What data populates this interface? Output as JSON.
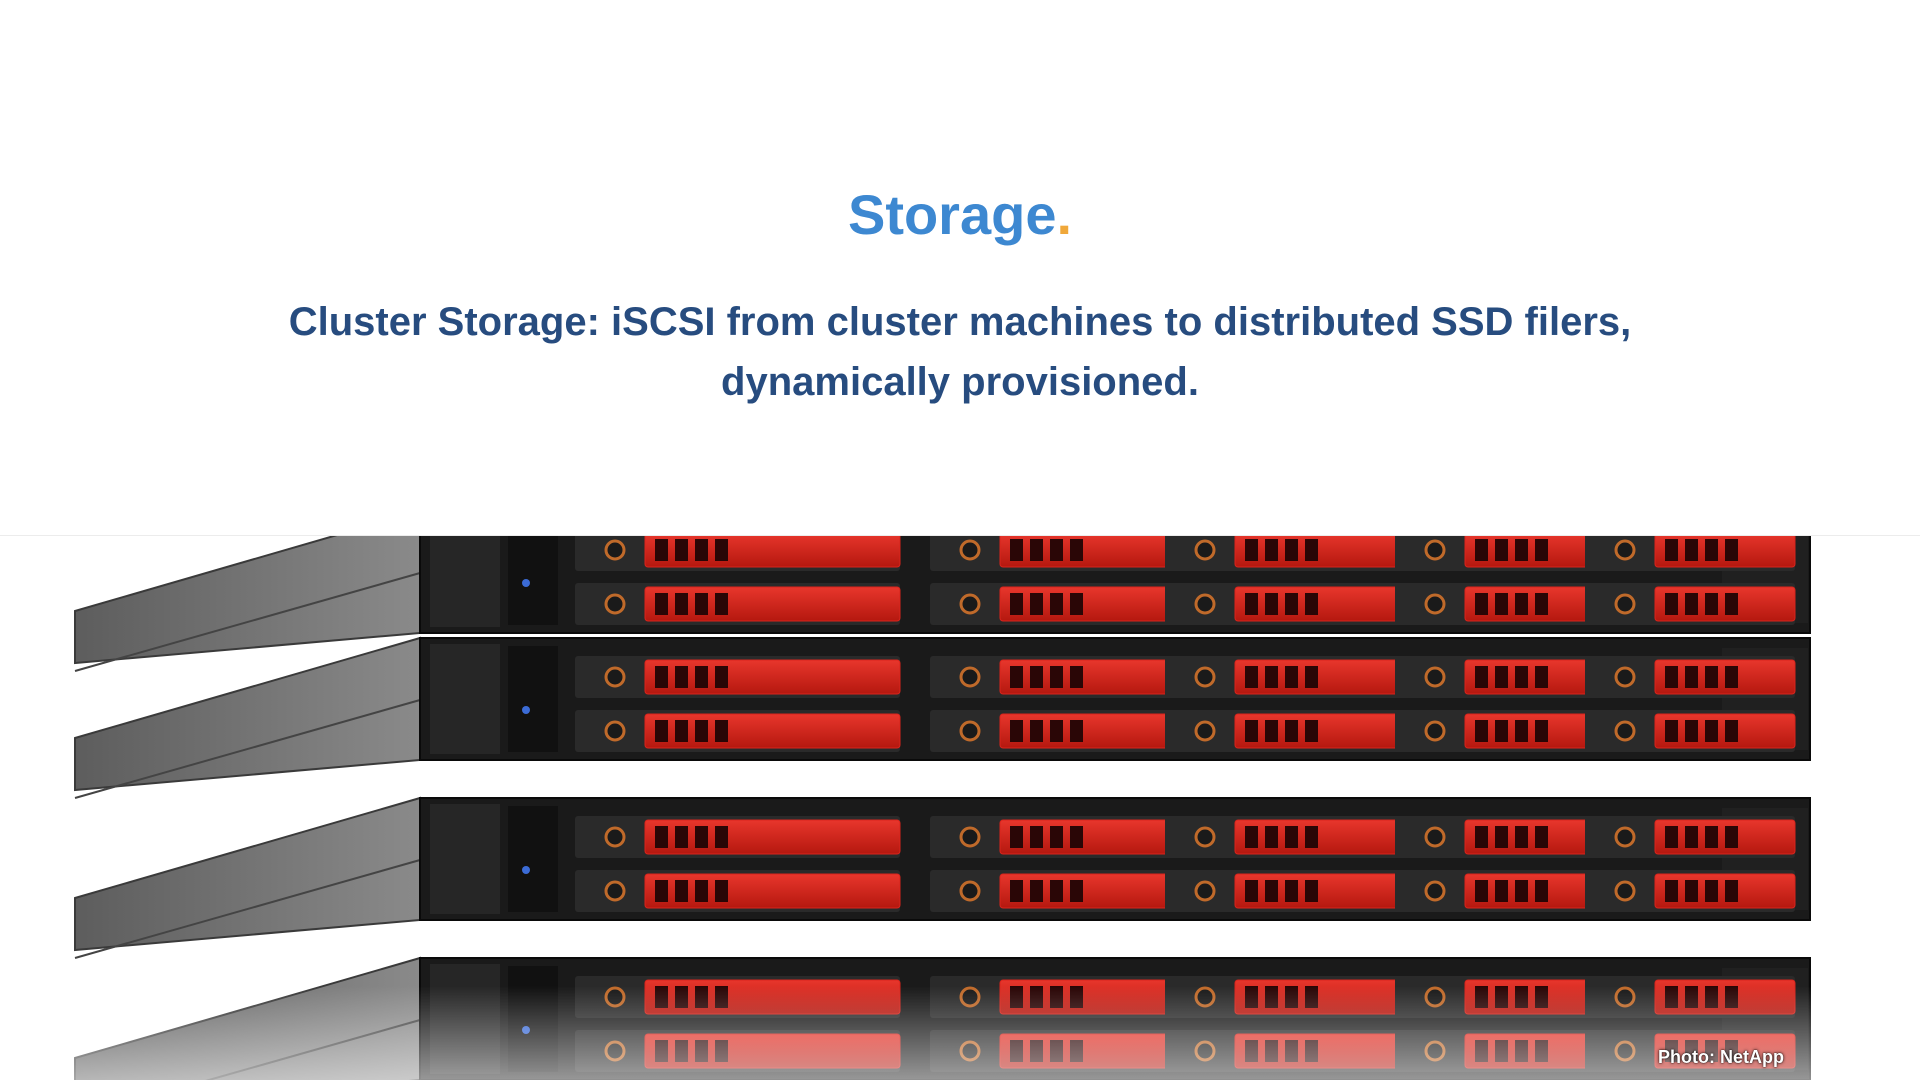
{
  "header": {
    "title": "Storage",
    "title_dot": ".",
    "subtitle": "Cluster Storage: iSCSI from cluster machines to distributed SSD filers, dynamically provisioned."
  },
  "photo": {
    "subject": "stacked-storage-servers",
    "credit": "Photo: NetApp"
  },
  "colors": {
    "title_blue": "#3d88d1",
    "dot_orange": "#f0a83a",
    "subtitle_navy": "#274c7f",
    "drive_red": "#d9241c",
    "chassis_dark": "#1a1a1a"
  }
}
